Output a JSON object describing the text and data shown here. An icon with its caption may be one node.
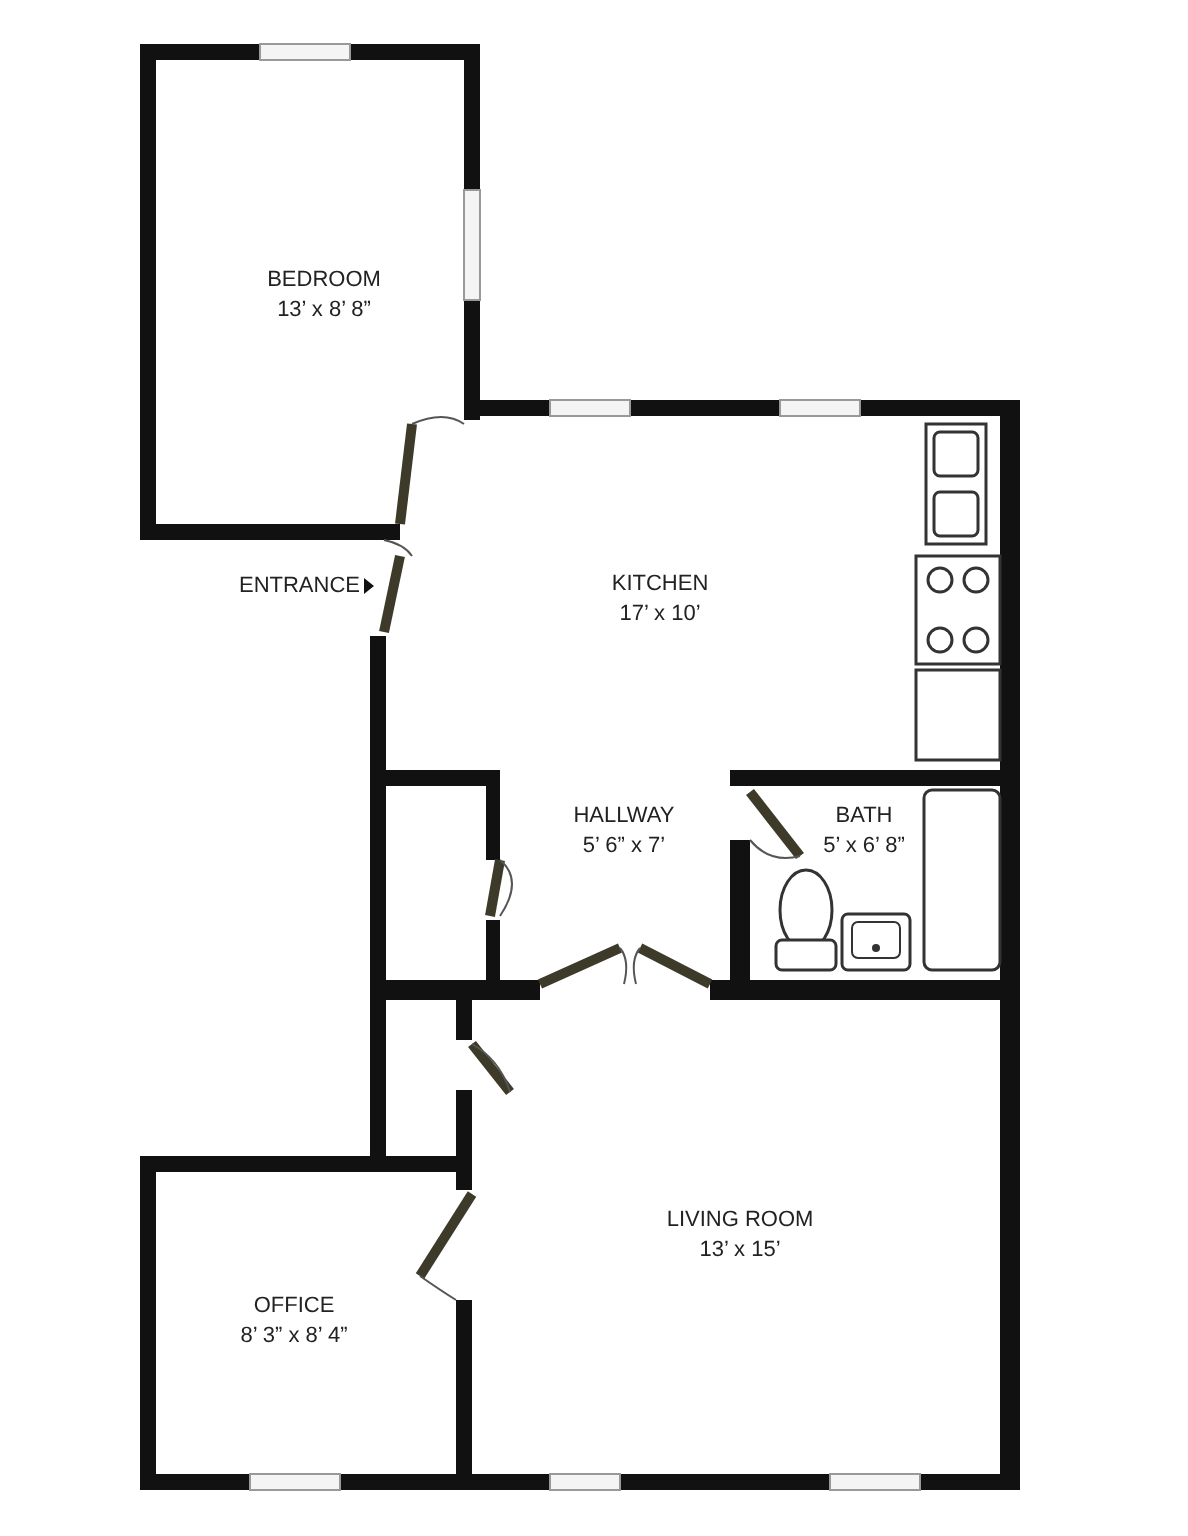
{
  "diagram": {
    "labels": [
      "BEDROOM",
      "13’ x 8’ 8”",
      "ENTRANCE",
      "KITCHEN",
      "17’ x 10’",
      "HALLWAY",
      "5’ 6” x 7’",
      "BATH",
      "5’ x 6’ 8”",
      "LIVING ROOM",
      "13’ x 15’",
      "OFFICE",
      "8’ 3” x 8’ 4”"
    ]
  }
}
